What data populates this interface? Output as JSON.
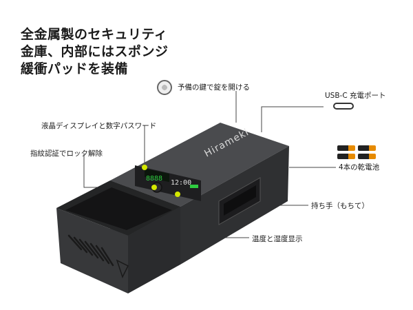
{
  "headline": {
    "line1": "全金属製のセキュリティ",
    "line2": "金庫、内部にはスポンジ",
    "line3": "緩衝パッドを装備"
  },
  "brand": "Hirameki",
  "display": {
    "digits": "8888",
    "time": "12:00"
  },
  "callouts": {
    "key": "予備の鍵で錠を開ける",
    "usb": "USB-C 充電ポート",
    "lcd": "液晶ディスプレイと数字パスワード",
    "fingerprint": "指紋認証でロック解除",
    "battery": "4本の乾電池",
    "handle": "持ち手（もちて）",
    "sensor": "温度と湿度显示"
  },
  "colors": {
    "body": "#3a3b3d",
    "accent": "#d4e800",
    "display_green": "#2ecc40",
    "battery": "#e68a00"
  },
  "icons": [
    "key-icon",
    "usb-c-icon",
    "battery-icon"
  ]
}
